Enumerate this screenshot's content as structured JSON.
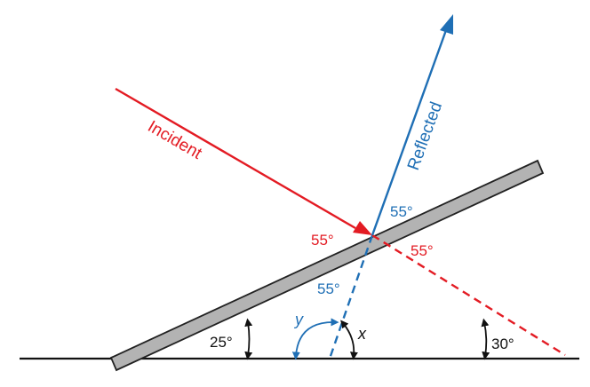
{
  "colors": {
    "incident": "#e31b23",
    "reflected": "#1f6fb5",
    "mirror_fill": "#b3b3b3",
    "mirror_stroke": "#222222",
    "ground": "#111111",
    "angle_marker": "#111111"
  },
  "labels": {
    "incident": "Incident",
    "reflected": "Reflected",
    "incident_angle": "55°",
    "reflected_angle": "55°",
    "extension_angle": "55°",
    "normal_angle": "55°",
    "mirror_tilt": "25°",
    "extension_tilt": "30°",
    "angle_x": "x",
    "angle_y": "y"
  },
  "icons": {
    "incident_arrowhead": "arrowhead",
    "reflected_arrowhead": "arrowhead",
    "angle_markers": "double-headed-curved-arrow"
  }
}
